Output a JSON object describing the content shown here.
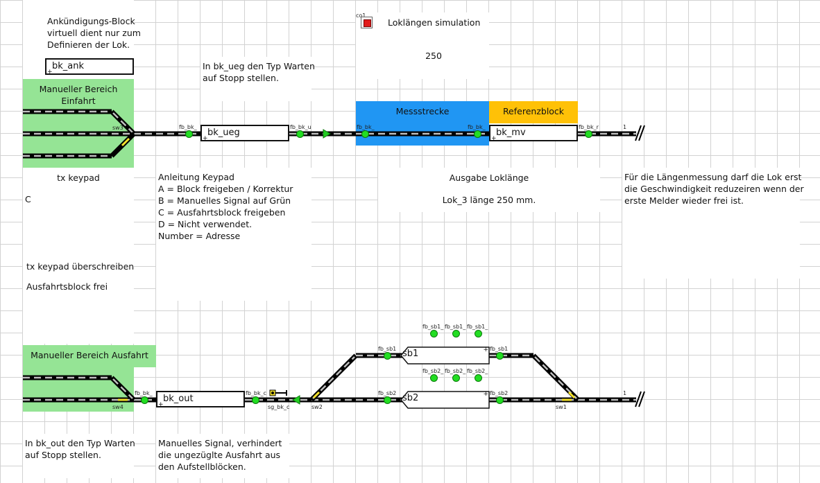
{
  "notes": {
    "ankuendigung": "Ankündigungs-Block\nvirtuell dient nur zum\nDefinieren der Lok.",
    "bk_ueg_hint": "In bk_ueg den Typ Warten\nauf Stopp stellen.",
    "loklaengen_title": "Loklängen simulation",
    "loklaengen_value": "250",
    "co_label": "co1",
    "tx_keypad": "tx keypad",
    "keypad_value": "C",
    "anleitung": "Anleitung Keypad\nA = Block freigeben / Korrektur\nB = Manuelles Signal auf Grün\nC = Ausfahrtsblock freigeben\nD = Nicht verwendet.\nNumber = Adresse",
    "ausgabe_title": "Ausgabe Loklänge",
    "ausgabe_value": "Lok_3 länge 250 mm.",
    "laengenmessung": "Für die Längenmessung darf die Lok erst\ndie Geschwindigkeit reduzeiren wenn der\nerste Melder wieder frei ist.",
    "tx_keypad_override": "tx keypad überschreiben",
    "ausfahrtsblock": "Ausfahrtsblock frei",
    "bk_out_hint": "In bk_out den Typ Warten\nauf Stopp stellen.",
    "manuelles_signal": "Manuelles Signal, verhindert\n die ungezüglte Ausfahrt aus\nden Aufstellblöcken."
  },
  "zones": {
    "einfahrt": "Manueller Bereich Einfahrt",
    "ausfahrt": "Manueller Bereich Ausfahrt",
    "messstrecke": "Messstrecke",
    "referenzblock": "Referenzblock"
  },
  "blocks": {
    "bk_ank": "bk_ank",
    "bk_ueg": "bk_ueg",
    "bk_mv": "bk_mv",
    "bk_out": "bk_out",
    "sb1": "sb1",
    "sb2": "sb2"
  },
  "labels": {
    "sw3": "sw3",
    "sw4": "sw4",
    "sw2": "sw2",
    "sw1": "sw1",
    "one_top": "1",
    "one_bottom": "1",
    "fb_bk_ueg_in": "fb_bk_",
    "fb_bk_ueg_out": "fb_bk_u",
    "fb_bk_mess_in": "fb_bk_",
    "fb_bk_mess_out": "fb_bk_",
    "fb_bk_mv": "fb_bk_r",
    "fb_bk_out_in": "fb_bk_",
    "fb_bk_out_out": "fb_bk_c",
    "sg_bk_out": "sg_bk_c",
    "fb_sb1_a": "fb_sb1",
    "fb_sb1_b": "fb_sb1",
    "fb_sb2_a": "fb_sb2",
    "fb_sb2_b": "fb_sb2",
    "fb_sb1_1": "fb_sb1_",
    "fb_sb1_2": "fb_sb1_",
    "fb_sb1_3": "fb_sb1_",
    "fb_sb2_1": "fb_sb2_",
    "fb_sb2_2": "fb_sb2_",
    "fb_sb2_3": "fb_sb2_"
  },
  "colors": {
    "zone_green": "#95e495",
    "zone_blue": "#2096f3",
    "zone_amber": "#ffc107",
    "sensor_on": "#22dd22",
    "signal_green": "#22cc22",
    "control_red": "#e21b1b"
  }
}
